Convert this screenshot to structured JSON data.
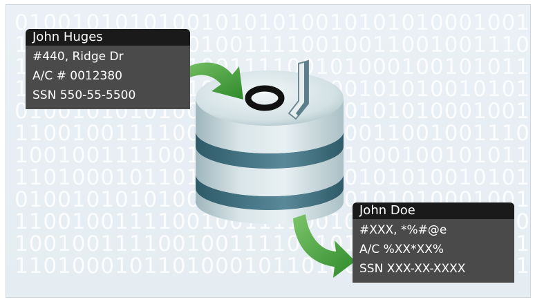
{
  "background": {
    "binary_rows": [
      "01001010101001010101001010101000100101",
      "11001001111001001111001001100100111010",
      "10010011110010011110010100010010101100",
      "11010001011010001011010010101001010110",
      "01001010101001010101001010101000100101",
      "11001001111001001111001001100100111010",
      "10010011110010011110010100010010101100",
      "11010001011010001011010010101001010110",
      "01001010101001010101001010101000100101",
      "11001001111001001111001001100100111010",
      "10010011110010011110010100010010101100",
      "11010001011010001011010001101001010101"
    ]
  },
  "source_record": {
    "name": "John Huges",
    "address": "#440, Ridge Dr",
    "account": "A/C # 0012380",
    "ssn": "SSN 550-55-5500"
  },
  "masked_record": {
    "name": "John Doe",
    "address": "#XXX, *%#@e",
    "account": "A/C %XX*XX%",
    "ssn": "SSN XXX-XX-XXXX"
  },
  "colors": {
    "arrow_green": "#3fa535",
    "disk_teal": "#4a7a8a",
    "disk_light": "#c9d8dd",
    "card_header": "#1a1a1a",
    "card_body": "#4a4a4a"
  },
  "icons": {
    "database": "database-icon",
    "arrow_in": "curved-arrow-icon",
    "arrow_out": "curved-arrow-icon"
  }
}
